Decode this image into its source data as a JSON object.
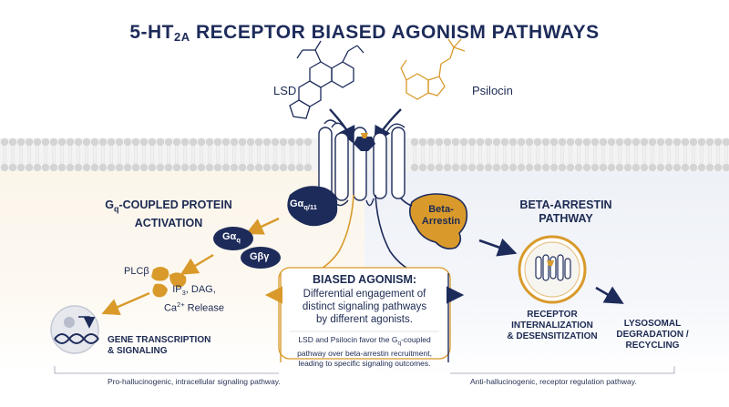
{
  "title_main": "5-HT",
  "title_sub": "2A",
  "title_rest": " RECEPTOR BIASED AGONISM PATHWAYS",
  "molecules": {
    "lsd": "LSD",
    "psilocin": "Psilocin"
  },
  "left_pathway": {
    "header_prefix": "G",
    "header_sub": "q",
    "header_rest": "-COUPLED PROTEIN",
    "header_line2": "ACTIVATION",
    "g_alpha_q11": "Gα",
    "g_alpha_q11_sub": "q/11",
    "g_alpha_q": "Gα",
    "g_alpha_q_sub": "q",
    "g_beta_gamma": "Gβγ",
    "plc": "PLCβ",
    "second_messengers_line1": "IP",
    "second_messengers_line1_sub": "3",
    "second_messengers_line1_rest": ", DAG,",
    "second_messengers_line2": "Ca",
    "second_messengers_line2_sup": "2+",
    "second_messengers_line2_rest": " Release",
    "outcome_line1": "GENE TRANSCRIPTION",
    "outcome_line2": "& SIGNALING",
    "footer": "Pro-hallucinogenic, intracellular signaling pathway."
  },
  "right_pathway": {
    "header_line1": "BETA-ARRESTIN",
    "header_line2": "PATHWAY",
    "arrestin_line1": "Beta-",
    "arrestin_line2": "Arrestin",
    "internalization_line1": "RECEPTOR",
    "internalization_line2": "INTERNALIZATION",
    "internalization_line3": "& DESENSITIZATION",
    "lysosomal_line1": "LYSOSOMAL",
    "lysosomal_line2": "DEGRADATION /",
    "lysosomal_line3": "RECYCLING",
    "footer": "Anti-hallucinogenic, receptor regulation pathway."
  },
  "center": {
    "box_title": "BIASED AGONISM:",
    "box_line1": "Differential engagement of",
    "box_line2": "distinct signaling pathways",
    "box_line3": "by different agonists.",
    "note_line1_a": "LSD and Psilocin favor the G",
    "note_line1_sub": "q",
    "note_line1_b": "-coupled",
    "note_line2": "pathway over beta-arrestin recruitment,",
    "note_line3": "leading to specific signaling outcomes."
  },
  "colors": {
    "navy": "#1d2b5a",
    "gold": "#d99a2b",
    "membrane": "#d9d9d9"
  }
}
